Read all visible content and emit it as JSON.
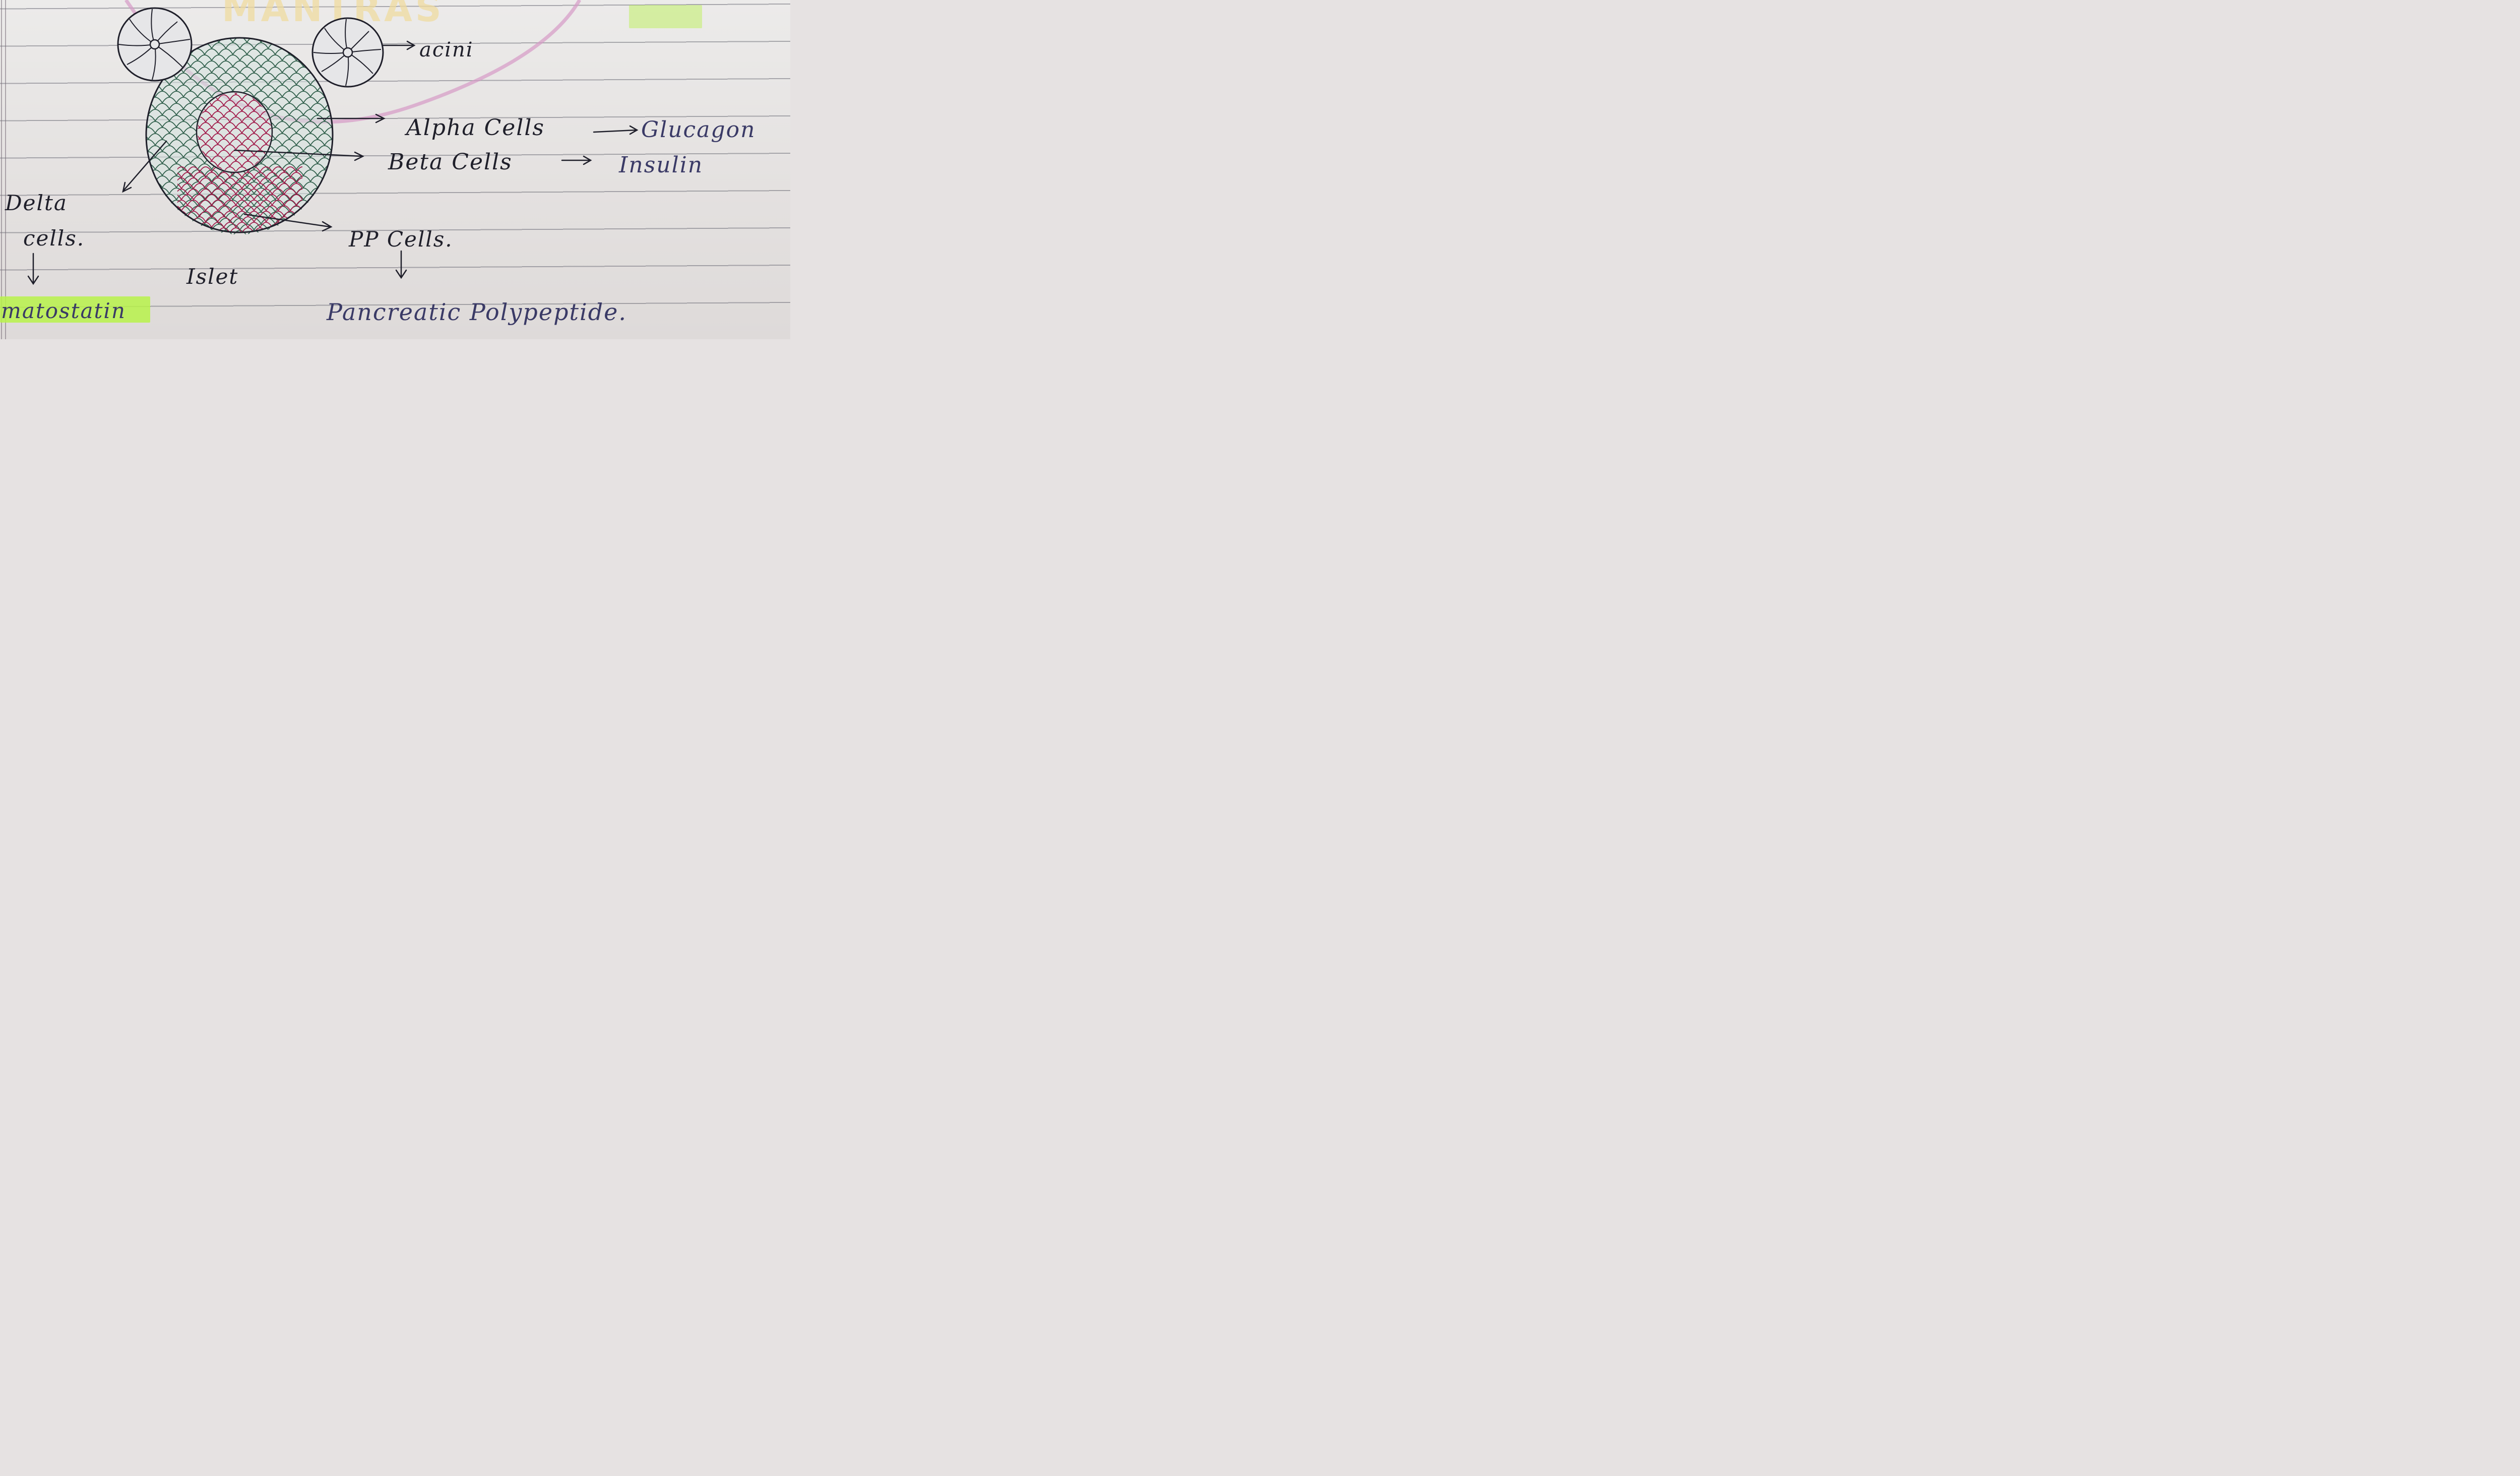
{
  "watermark": "MANTRAS",
  "labels": {
    "acini": "acini",
    "alpha": "Alpha Cells",
    "glucagon": "Glucagon",
    "beta": "Beta Cells",
    "insulin": "Insulin",
    "delta_line1": "Delta",
    "delta_line2": "cells.",
    "somatostatin": "matostatin",
    "islet": "Islet",
    "pp": "PP Cells.",
    "pancreatic": "Pancreatic Polypeptide."
  },
  "colors": {
    "ink": "#1f1f2a",
    "blue_ink": "#3a3a66",
    "alpha_delta_cells": "#2f5e4a",
    "beta_pp_cells": "#a01848",
    "highlight_green": "#b8f24a",
    "stamp_pink": "#d59ac6",
    "stamp_yellow": "#f0dca0"
  }
}
